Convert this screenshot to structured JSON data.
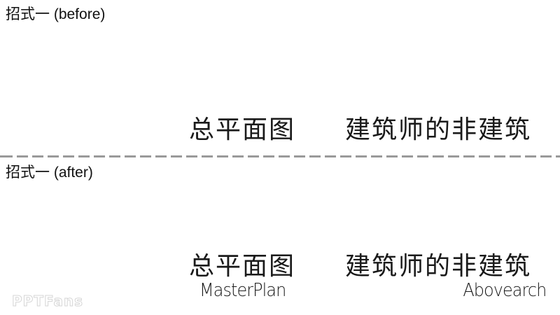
{
  "before": {
    "label": "招式一 (before)",
    "title_left": "总平面图",
    "title_right": "建筑师的非建筑"
  },
  "after": {
    "label": "招式一 (after)",
    "title_left": "总平面图",
    "title_right": "建筑师的非建筑",
    "subtitle_left": "MasterPlan",
    "subtitle_right": "Abovearch"
  },
  "watermark": "PPTFans",
  "colors": {
    "text": "#111111",
    "divider": "#9a9a9a",
    "watermark_outline": "#d6d6d6"
  }
}
